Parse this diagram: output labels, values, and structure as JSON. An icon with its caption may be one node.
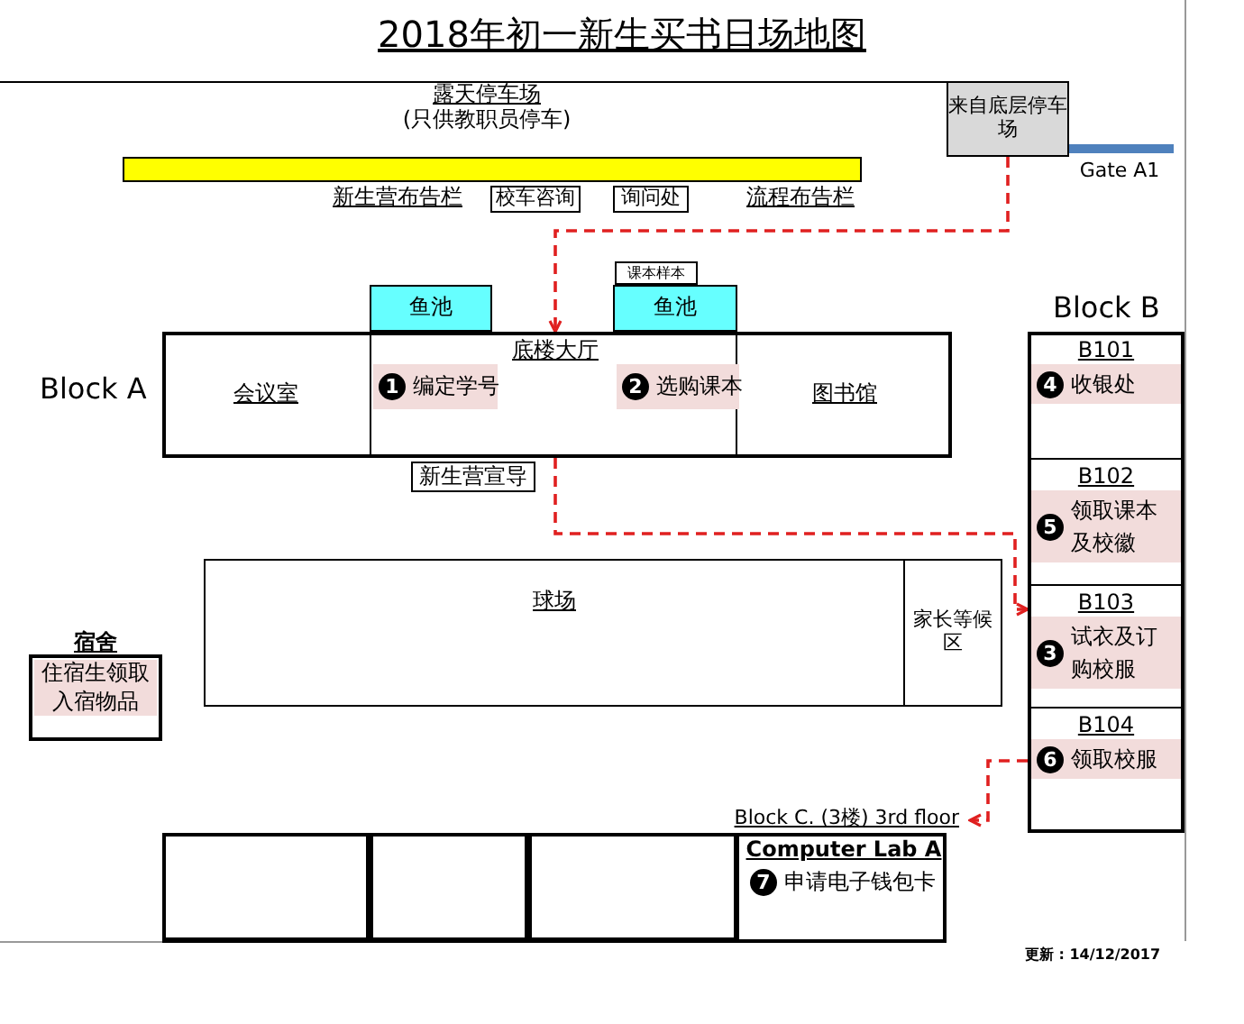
{
  "diagram": {
    "title": "2018年初一新生买书日场地图",
    "nodes": [
      {
        "text": [
          "来自底层停车场"
        ]
      },
      {
        "text": [
          "Block A"
        ]
      },
      {
        "text": [
          "会议室"
        ],
        "in": 1
      },
      {
        "text": [
          "底楼大厅"
        ],
        "in": 1
      },
      {
        "text": [
          "1",
          "编定学号"
        ],
        "in": 3
      },
      {
        "text": [
          "2",
          "选购课本"
        ],
        "in": 3
      },
      {
        "text": [
          "图书馆"
        ],
        "in": 1
      },
      {
        "text": [
          "鱼池"
        ]
      },
      {
        "text": [
          "鱼池"
        ]
      },
      {
        "text": [
          "课本样本"
        ]
      },
      {
        "text": [
          "新生营宣导"
        ]
      },
      {
        "text": [
          "Block B"
        ]
      },
      {
        "text": [
          "B101",
          "4",
          "收银处"
        ],
        "in": 11
      },
      {
        "text": [
          "B102",
          "5",
          "领取课本及校徽"
        ],
        "in": 11
      },
      {
        "text": [
          "B103",
          "3",
          "试衣及订购校服"
        ],
        "in": 11
      },
      {
        "text": [
          "B104",
          "6",
          "领取校服"
        ],
        "in": 11
      },
      {
        "text": [
          "球场"
        ]
      },
      {
        "text": [
          "家长等候区"
        ]
      },
      {
        "text": [
          "宿舍",
          "住宿生领取入宿物品"
        ]
      },
      {
        "text": [
          "Block C. (3楼) 3rd floor"
        ]
      },
      {
        "text": [],
        "shape": "box",
        "in": 19
      },
      {
        "text": [],
        "shape": "box",
        "in": 19
      },
      {
        "text": [],
        "shape": "box",
        "in": 19
      },
      {
        "text": [
          "Computer Lab A",
          "7",
          "申请电子钱包卡"
        ],
        "in": 19
      },
      {
        "text": [
          "校车咨询"
        ]
      },
      {
        "text": [
          "询问处"
        ]
      },
      {
        "text": [],
        "shape": "bar"
      },
      {
        "text": [],
        "shape": "bar"
      }
    ],
    "edges": [
      {
        "from": 0,
        "to": 3,
        "arrow": "to",
        "style": "dashed"
      },
      {
        "from": 3,
        "to": 14,
        "arrow": "to",
        "style": "dashed"
      },
      {
        "from": 15,
        "to": 19,
        "arrow": "to",
        "style": "dashed"
      }
    ],
    "labels": [
      "露天停车场",
      "(只供教职员停车)",
      "Gate A1",
      "新生营布告栏",
      "流程布告栏",
      "更新 : 14/12/2017"
    ]
  }
}
